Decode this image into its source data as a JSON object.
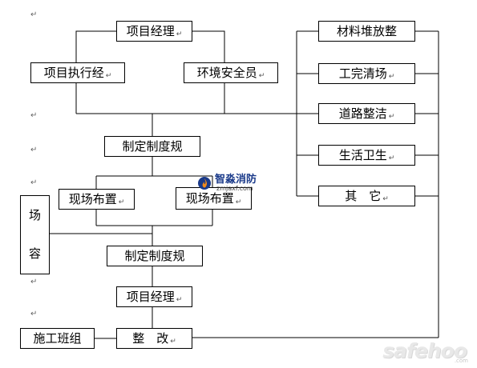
{
  "boxes": {
    "pm_top": "项目经理",
    "exec_manager": "项目执行经",
    "safety_officer": "环境安全员",
    "materials": "材料堆放整",
    "site_clear": "工完清场",
    "road": "道路整洁",
    "hygiene": "生活卫生",
    "other": "其　它",
    "policy_1": "制定制度规",
    "layout_left": "现场布置",
    "layout_right": "现场布置",
    "appearance_top": "场",
    "appearance_bottom": "容",
    "policy_2": "制定制度规",
    "pm_bottom": "项目经理",
    "work_team": "施工班组",
    "rectify": "整　改"
  },
  "paragraph_mark": "↵",
  "watermark": {
    "title": "智淼消防",
    "subtitle": "zmjaxf.com"
  },
  "footer_logo": {
    "text": "safehoo",
    "sub": ".com"
  },
  "colors": {
    "line": "#000000",
    "box_border": "#000000",
    "pilcrow": "#666666"
  }
}
